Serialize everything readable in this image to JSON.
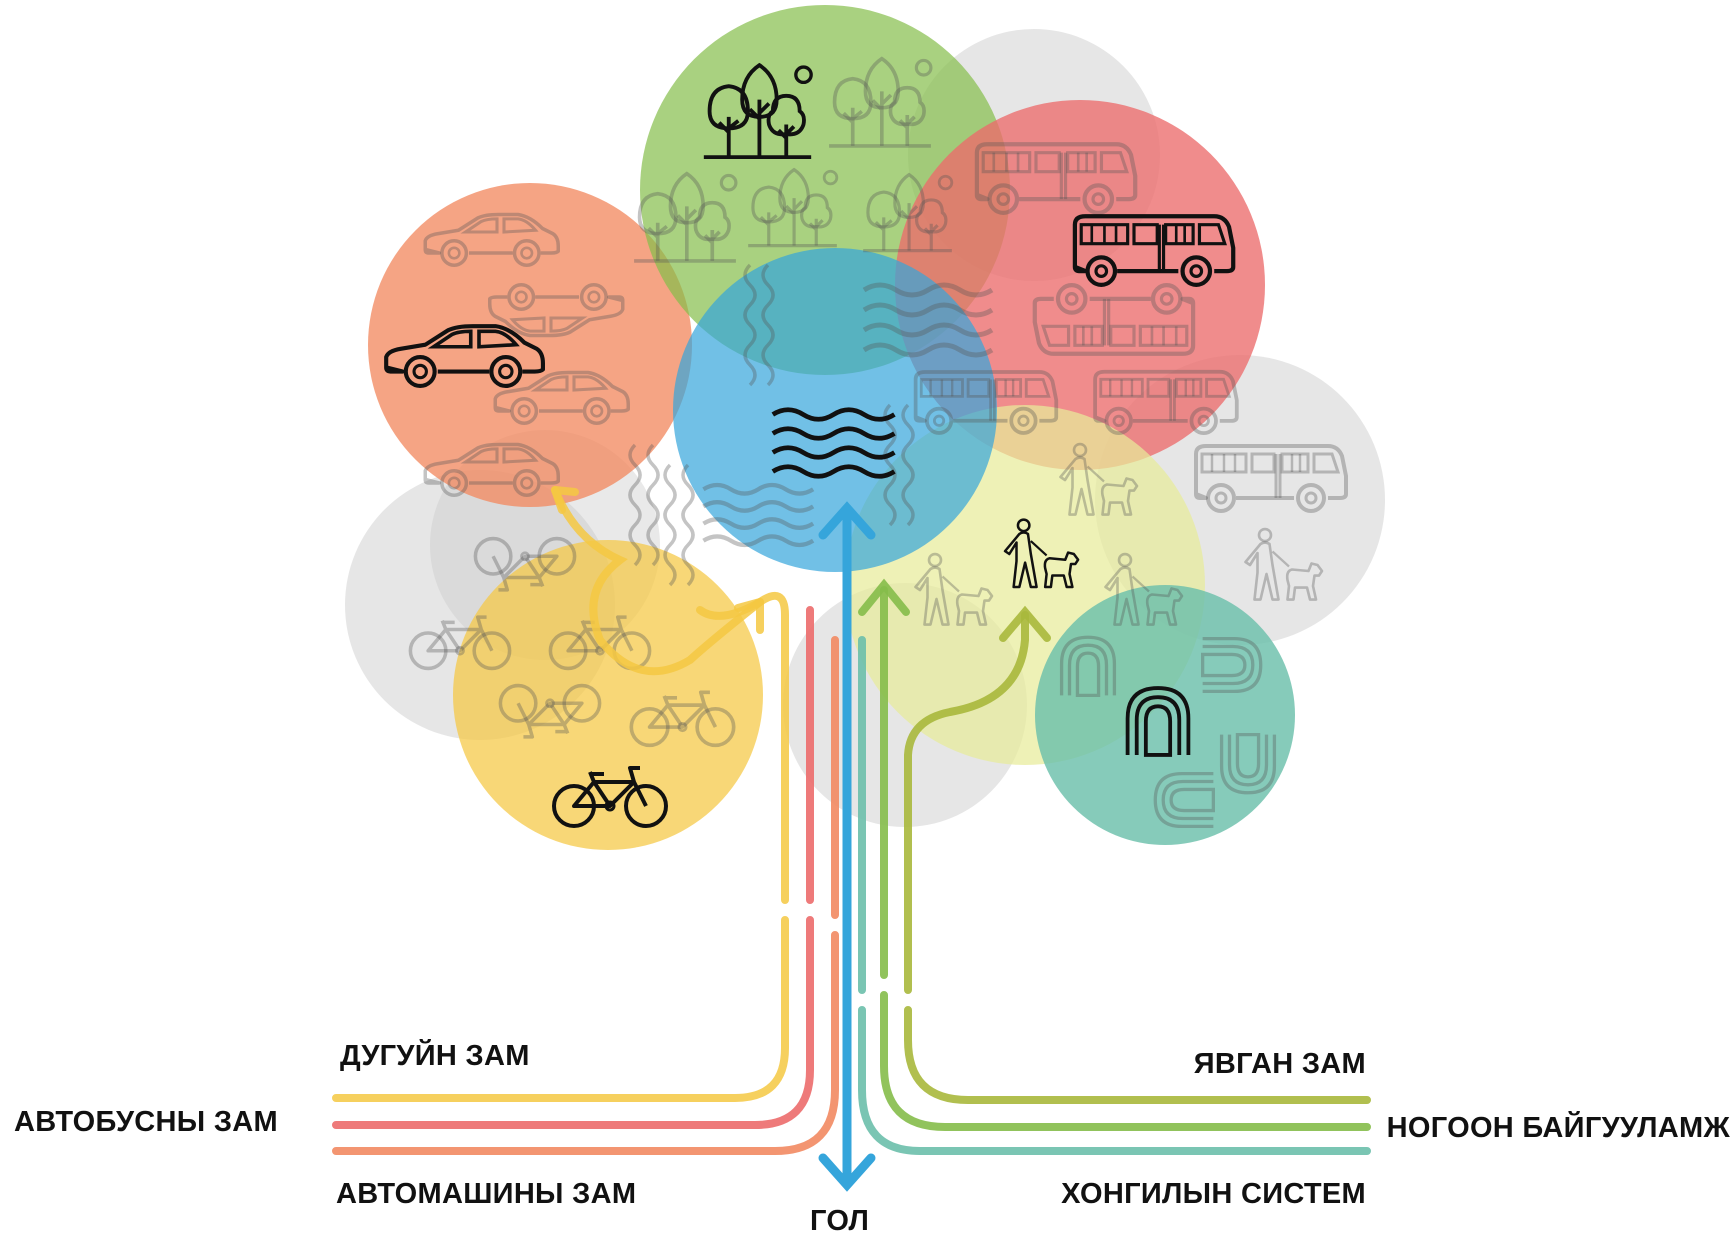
{
  "labels": {
    "bike_path": "ДУГУЙН ЗАМ",
    "bus_path": "АВТОБУСНЫ ЗАМ",
    "car_path": "АВТОМАШИНЫ ЗАМ",
    "river": "ГОЛ",
    "walk_path": "ЯВГАН ЗАМ",
    "green_space": "НОГООН БАЙГУУЛАМЖ",
    "tunnel_system": "ХОНГИЛЫН СИСТЕМ"
  },
  "colors": {
    "bike": "#f5c842",
    "bus": "#ec6b6b",
    "car": "#f28a62",
    "river": "#35a5db",
    "walk": "#a8b83c",
    "green": "#85bd4a",
    "tunnel": "#6bbfab",
    "grey": "#c8c8c8"
  },
  "icons": [
    "trees-icon",
    "bus-icon",
    "car-icon",
    "waves-icon",
    "pedestrian-with-dog-icon",
    "bicycle-icon",
    "tunnel-arches-icon"
  ]
}
